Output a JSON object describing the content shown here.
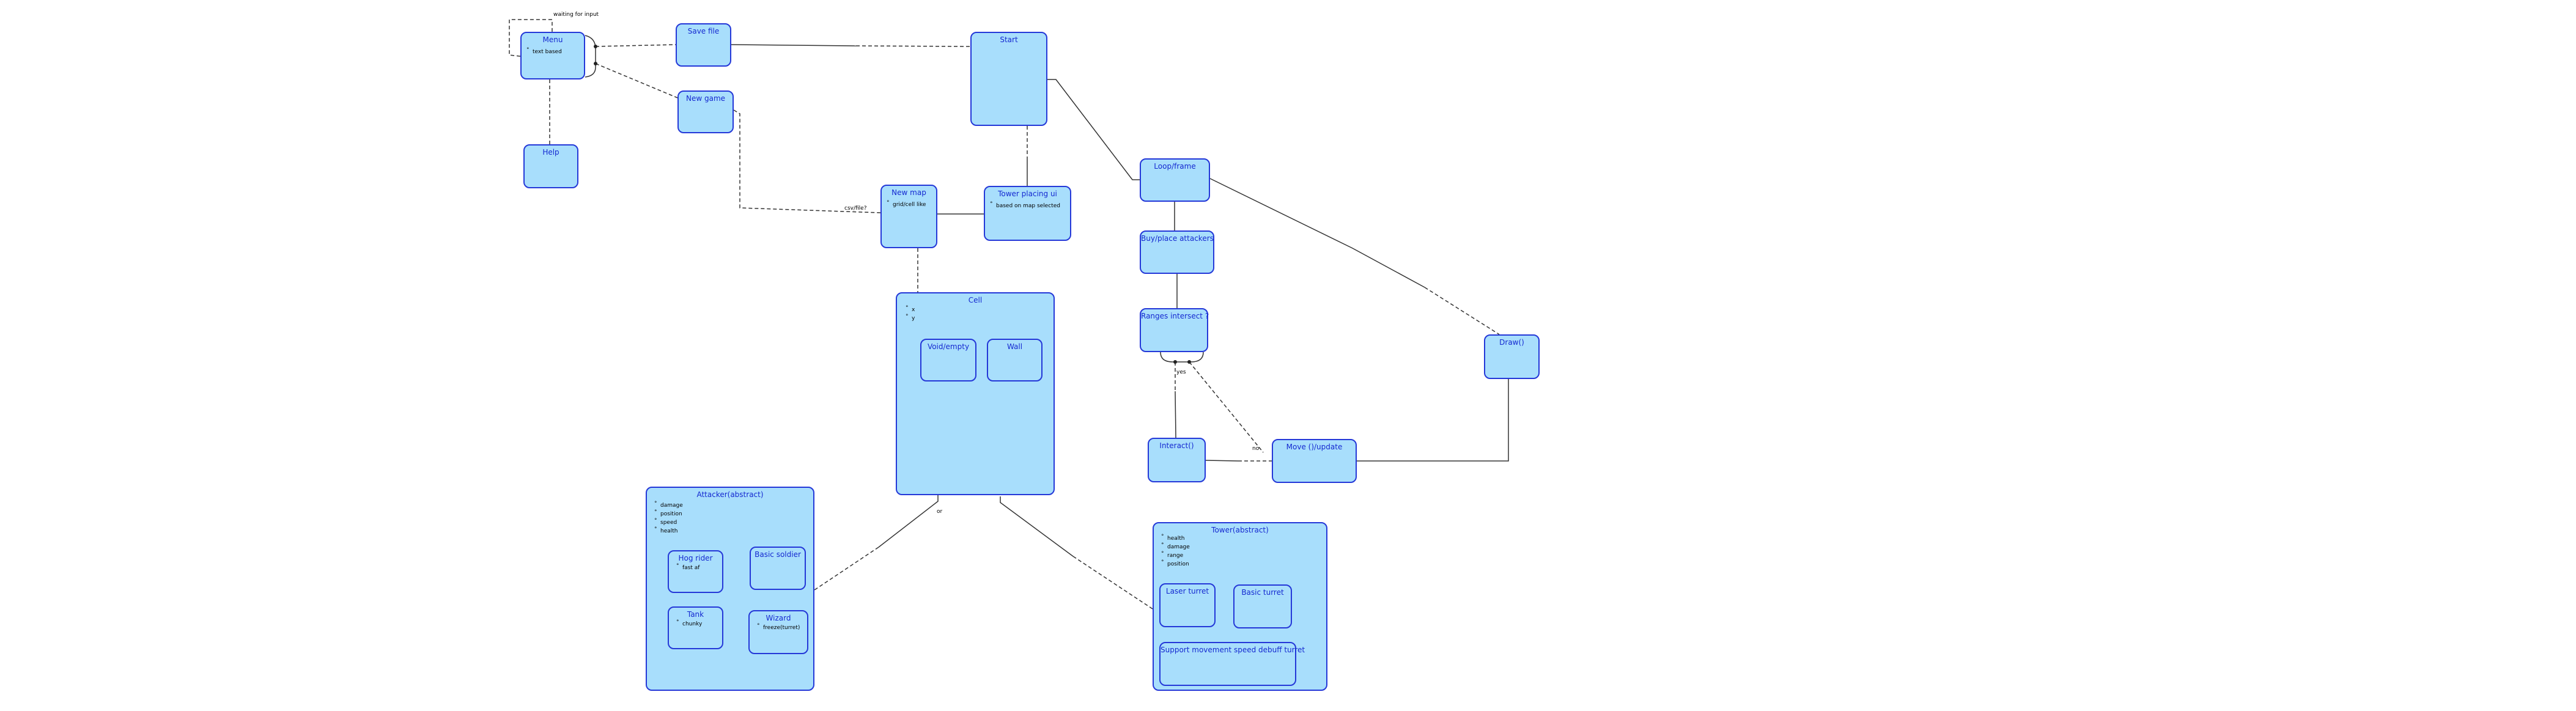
{
  "colors": {
    "box_fill": "#a8defc",
    "box_border": "#2438d8",
    "title_text": "#1428d0",
    "edge": "#333333"
  },
  "nodes": {
    "menu": {
      "title": "Menu",
      "items": [
        "text based"
      ]
    },
    "help": {
      "title": "Help"
    },
    "save_file": {
      "title": "Save file"
    },
    "new_game": {
      "title": "New game"
    },
    "start": {
      "title": "Start"
    },
    "new_map": {
      "title": "New map",
      "items": [
        "grid/cell like"
      ]
    },
    "tower_placing": {
      "title": "Tower placing ui",
      "items": [
        "based on map selected"
      ]
    },
    "cell": {
      "title": "Cell",
      "items": [
        "x",
        "y"
      ]
    },
    "void_empty": {
      "title": "Void/empty"
    },
    "wall": {
      "title": "Wall"
    },
    "loop_frame": {
      "title": "Loop/frame"
    },
    "buy_place": {
      "title": "Buy/place attackers"
    },
    "ranges": {
      "title": "Ranges intersect ?"
    },
    "interact": {
      "title": "Interact()"
    },
    "move": {
      "title": "Move ()/update"
    },
    "draw": {
      "title": "Draw()"
    },
    "attacker": {
      "title": "Attacker(abstract)",
      "items": [
        "damage",
        "position",
        "speed",
        "health"
      ]
    },
    "hog_rider": {
      "title": "Hog rider",
      "items": [
        "fast af"
      ]
    },
    "basic_soldier": {
      "title": "Basic soldier"
    },
    "tank": {
      "title": "Tank",
      "items": [
        "chunky"
      ]
    },
    "wizard": {
      "title": "Wizard",
      "items": [
        "freeze(turret)"
      ]
    },
    "tower": {
      "title": "Tower(abstract)",
      "items": [
        "health",
        "damage",
        "range",
        "position"
      ]
    },
    "laser_turret": {
      "title": "Laser turret"
    },
    "basic_turret": {
      "title": "Basic turret"
    },
    "support_turret": {
      "title": "Support movement speed debuff turret"
    }
  },
  "labels": {
    "waiting": "waiting for input",
    "random_csv": "csv/file?",
    "yes": "yes",
    "no": "no",
    "or": "or"
  }
}
